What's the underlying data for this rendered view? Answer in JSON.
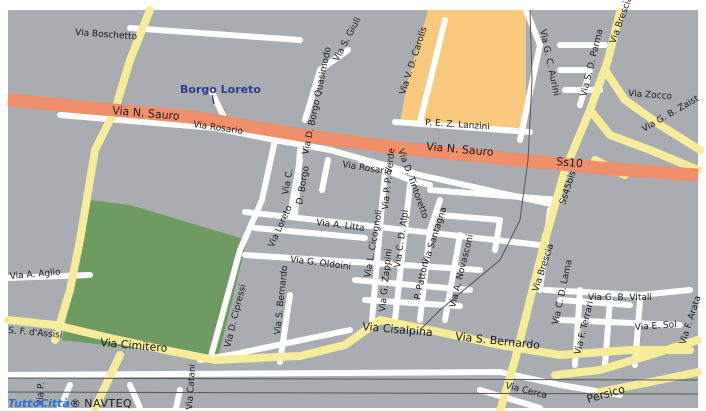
{
  "colors": {
    "background": "#ffffff",
    "block": "#a9acb0",
    "local_road": "#ffffff",
    "arterial": "#f6ec9a",
    "highway": "#f0906a",
    "park": "#6e9b62",
    "commercial": "#f9c97d",
    "place_label": "#2c3d8f",
    "rail": "#555555",
    "credit_brand": "#2e6fd8"
  },
  "map": {
    "place_name": "Borgo Loreto",
    "streets": {
      "via_boschetto": "Via Boschetto",
      "via_s_giuli": "Via S. Giuli",
      "via_v_d_carolis": "Via V. D. Carolis",
      "via_g_c_aurini": "Via G. C. Aurini",
      "via_s_d_parma": "Via S. D. Parma",
      "via_brescia_top": "Via Brescia",
      "via_zocco": "Via Zocco",
      "via_g_b_zaist": "Via G. B. Zaist",
      "via_n_sauro_west": "Via N. Sauro",
      "via_n_sauro_east": "Via N. Sauro",
      "via_rosario_west": "Via Rosario",
      "via_rosario_east": "Via Rosario",
      "via_d_borgo_quasimodo": "Via D. Borgo Quasimodo",
      "p_e_z_lanzini": "P. E. Z. Lanzini",
      "ss10": "Ss10",
      "ss45bis": "Ss45bis",
      "via_d_tintoretto": "Via D. Tintoretto",
      "via_c": "Via C.",
      "d_borgo": "D. Borgo",
      "via_p_verde": "Via P. P. Verde",
      "via_loreto": "Via Loreto",
      "via_a_litta": "Via A. Litta",
      "via_l_cicognoli": "Via L. Cicognoli",
      "via_c_d_alpi": "Via C. D. Alpi",
      "via_santagna": "Via Santagna",
      "via_a_aglio": "Via A. Aglio",
      "via_g_oldoini": "Via G. Oldoini",
      "via_a_novasconi": "Via A. Novasconi",
      "p_pattoni": "P. Pattoni",
      "via_g_zappini": "Via G. Zappini",
      "via_brescia_mid": "Via Brescia",
      "via_c_d_lama": "Via C. D. Lama",
      "via_g_b_vitali": "Via G. B. Vitali",
      "s_f_dassisi": "S. F. d'Assisi",
      "via_d_cipressi": "Via D. Cipressi",
      "via_s_bernardo_v": "Via S. Bernardo",
      "via_cisalpina": "Via Cisalpina",
      "via_s_bernardo": "Via S. Bernardo",
      "via_f_terrari": "Via F. Terrari",
      "via_e_sol": "Via E. Sol",
      "via_f_arata": "Via F. Arata",
      "via_cimitero": "Via Cimitero",
      "via_cerca": "Via Cerca",
      "persico": "Persico",
      "via_p": "Via P.",
      "via_catani": "Via Catani"
    }
  },
  "credits": {
    "brand": "TuttoCittà",
    "registered": "®",
    "provider": "NAVTEQ"
  }
}
